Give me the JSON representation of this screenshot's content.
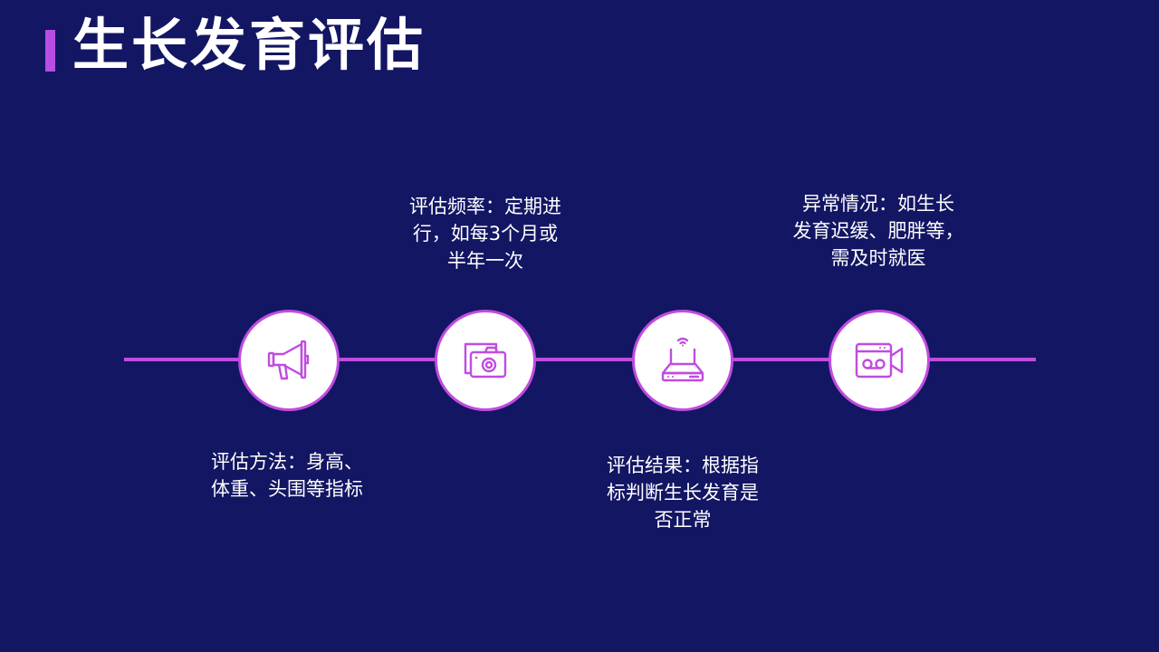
{
  "slide": {
    "title": "生长发育评估"
  },
  "steps": [
    {
      "icon": "megaphone-icon",
      "text": "评估方法：身高、\n体重、头围等指标"
    },
    {
      "icon": "camera-icon",
      "text": "评估频率：定期进\n行，如每3个月或\n半年一次"
    },
    {
      "icon": "router-icon",
      "text": "评估结果：根据指\n标判断生长发育是\n否正常"
    },
    {
      "icon": "video-camera-icon",
      "text": "异常情况：如生长\n发育迟缓、肥胖等，\n需及时就医"
    }
  ],
  "colors": {
    "background": "#131663",
    "accent": "#c04ce0",
    "text": "#ffffff"
  }
}
